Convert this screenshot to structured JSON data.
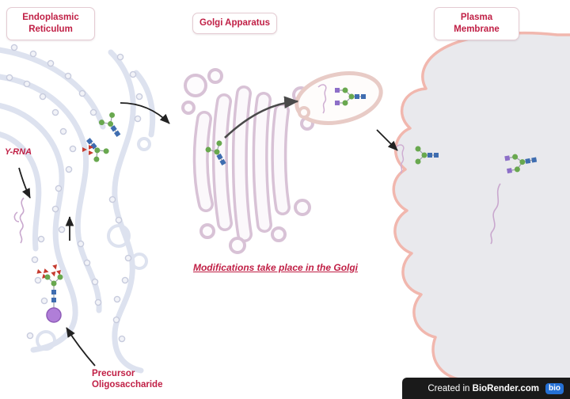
{
  "organelle_labels": {
    "endoplasmic_reticulum": "Endoplasmic Reticulum",
    "golgi_apparatus": "Golgi Apparatus",
    "plasma_membrane": "Plasma Membrane"
  },
  "annotations": {
    "y_rna": "Y-RNA",
    "golgi_modification_note": "Modifications take place in the Golgi",
    "precursor_oligosaccharide": "Precursor Oligosaccharide"
  },
  "footer": {
    "credit_prefix": "Created in ",
    "brand": "BioRender.com",
    "logo_text": "bio"
  },
  "colors": {
    "accent_red": "#c01f45",
    "er_membrane": "#dde2ef",
    "golgi_membrane": "#d8c2d6",
    "plasma_membrane_outline": "#f1b7ae",
    "cytoplasm_gray": "#e9e9ed",
    "glycan_blue": "#3f6db0",
    "glycan_green": "#69a84f",
    "glycan_purple": "#8d6fc8",
    "glycan_red": "#c63b2f",
    "rna_squiggle": "#cfaed2",
    "footer_bg": "#1a1a1a",
    "logo_blue": "#2570d4"
  }
}
